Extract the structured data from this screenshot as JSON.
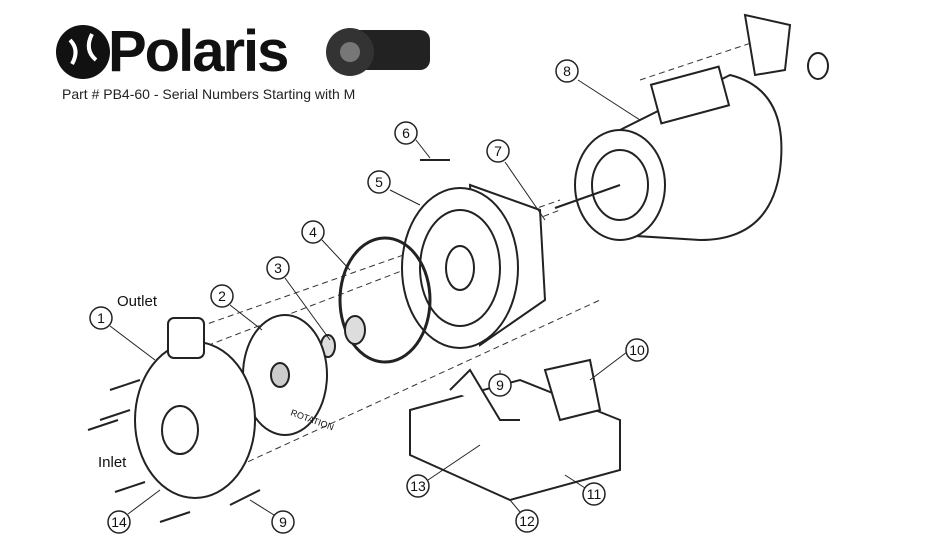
{
  "brand": {
    "name": "Polaris"
  },
  "subtitle": "Part # PB4-60 - Serial Numbers Starting with M",
  "labels": {
    "outlet": "Outlet",
    "inlet": "Inlet",
    "rotation": "ROTATION"
  },
  "callouts": [
    "1",
    "2",
    "3",
    "4",
    "5",
    "6",
    "7",
    "8",
    "9",
    "9",
    "10",
    "11",
    "12",
    "13",
    "14"
  ]
}
